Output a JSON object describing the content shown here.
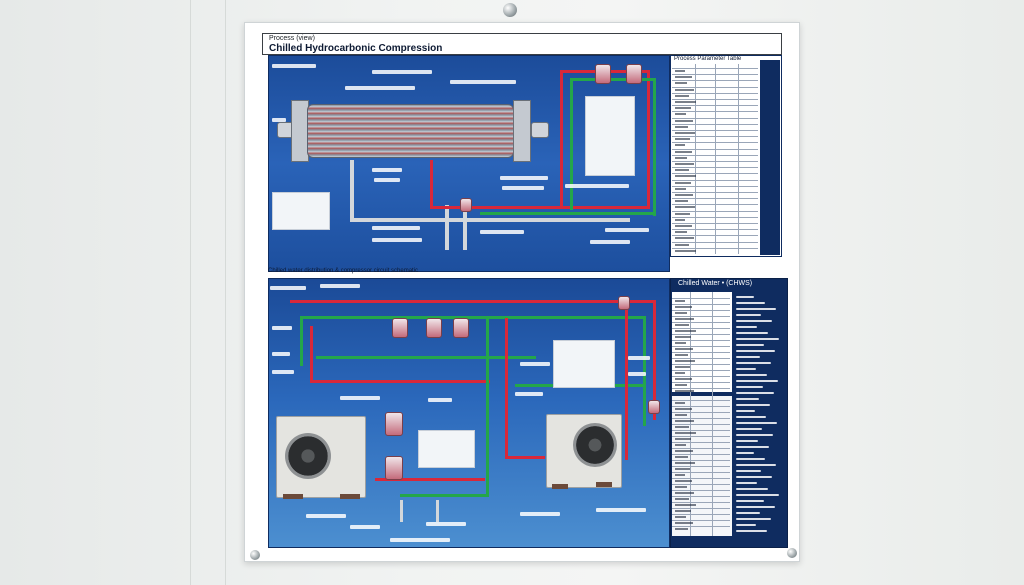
{
  "poster": {
    "kicker": "Process (view)",
    "title": "Chilled Hydrocarbonic Compression",
    "section2_heading": "Chilled water distribution & compressor circuit schematic",
    "top_table_header": "Process Parameter Table",
    "side_title": "Chilled Water • (CHWS)"
  },
  "colors": {
    "panel_blue": "#1c4c9a",
    "pipe_supply": "#d8283a",
    "pipe_return": "#24a64a",
    "pipe_neutral": "#d3d7db",
    "side_navy": "#0f2c60"
  },
  "icons": [
    "pushpin-icon",
    "heat-exchanger-icon",
    "valve-icon",
    "condenser-unit-icon",
    "fan-icon"
  ]
}
